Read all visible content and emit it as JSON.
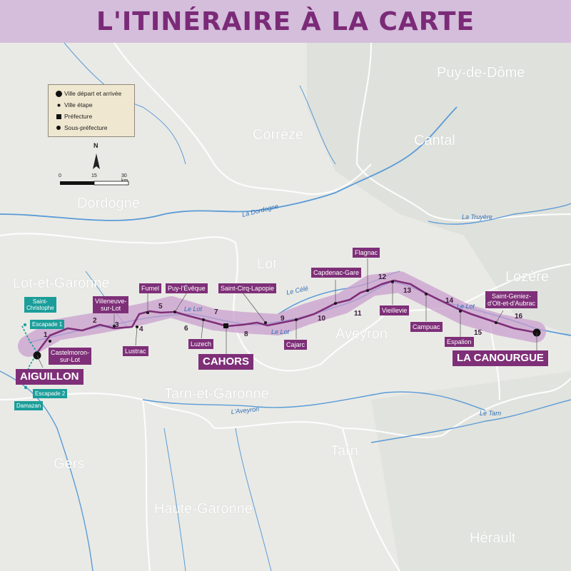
{
  "header": {
    "title": "L'ITINÉRAIRE À LA CARTE"
  },
  "legend": {
    "items": [
      {
        "label": "Ville départ et arrivée",
        "symbol": "large-dot"
      },
      {
        "label": "Ville étape",
        "symbol": "small-dot"
      },
      {
        "label": "Préfecture",
        "symbol": "square"
      },
      {
        "label": "Sous-préfecture",
        "symbol": "medium-dot"
      }
    ]
  },
  "scale": {
    "ticks": [
      "0",
      "15",
      "30 km"
    ],
    "north": "N"
  },
  "regions": [
    "Puy-de-Dôme",
    "Corrèze",
    "Cantal",
    "Dordogne",
    "Lot",
    "Lozère",
    "Lot-et-Garonne",
    "Aveyron",
    "Tarn-et-Garonne",
    "Tarn",
    "Gers",
    "Haute-Garonne",
    "Hérault"
  ],
  "rivers": [
    "La Dordogne",
    "La Truyère",
    "Le Célé",
    "Le Lot",
    "Le Lot",
    "Le Lot",
    "L'Aveyron",
    "Le Tarn"
  ],
  "stages": [
    "1",
    "2",
    "3",
    "4",
    "5",
    "6",
    "7",
    "8",
    "9",
    "10",
    "11",
    "12",
    "13",
    "14",
    "15",
    "16"
  ],
  "towns": {
    "saint_christophe": "Saint-\nChristophe",
    "escapade1": "Escapade 1",
    "escapade2": "Escapade 2",
    "damazan": "Damazan",
    "castelmoron": "Castelmoron-\nsur-Lot",
    "aiguillon": "AIGUILLON",
    "villeneuve": "Villeneuve-\nsur-Lot",
    "lustrac": "Lustrac",
    "fumel": "Fumel",
    "puy_leveque": "Puy-l'Évêque",
    "luzech": "Luzech",
    "cahors": "CAHORS",
    "saint_cirq": "Saint-Cirq-Lapopie",
    "cajarc": "Cajarc",
    "capdenac": "Capdenac-Gare",
    "flagnac": "Flagnac",
    "vieillevie": "Vieillevie",
    "campuac": "Campuac",
    "espalion": "Espalion",
    "saint_geniez": "Saint-Geniez-\nd'Olt-et-d'Aubrac",
    "la_canourgue": "LA CANOURGUE"
  },
  "colors": {
    "title_band": "#d4bedb",
    "title_text": "#7b2a78",
    "route": "#7e2f78",
    "route_band": "#c99fcd",
    "river": "#4b8fd0",
    "escapade": "#1b9e9a",
    "background": "#e7e8e4"
  }
}
